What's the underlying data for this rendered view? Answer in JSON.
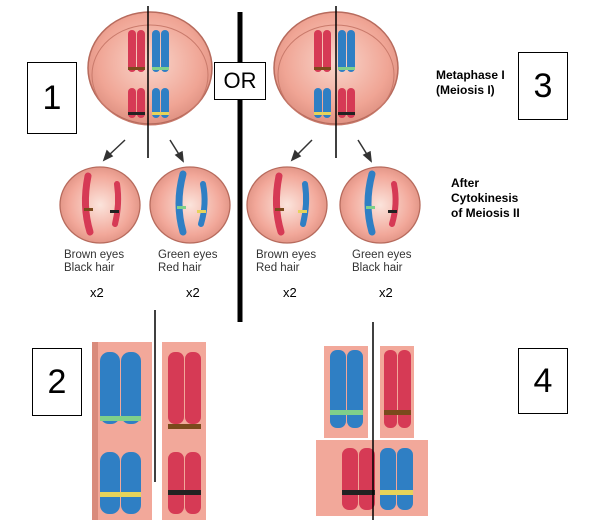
{
  "labels": {
    "or": "OR",
    "stage_metaphase": "Metaphase I\n(Meiosis I)",
    "stage_after": "After\nCytokinesis\nof Meiosis II",
    "box_1": "1",
    "box_2": "2",
    "box_3": "3",
    "box_4": "4"
  },
  "daughter_cells": [
    {
      "caption": "Brown eyes\nBlack hair",
      "count": "x2"
    },
    {
      "caption": "Green eyes\nRed hair",
      "count": "x2"
    },
    {
      "caption": "Brown eyes\nRed hair",
      "count": "x2"
    },
    {
      "caption": "Green eyes\nBlack hair",
      "count": "x2"
    }
  ],
  "colors": {
    "cell_fill": "#f2a89a",
    "cell_rim": "#d98b7c",
    "maternal": "#d63a55",
    "paternal": "#2f7fc4",
    "band_brown": "#7a4a1c",
    "band_green": "#7fd08a",
    "band_black": "#222222",
    "band_yellow": "#e6d35a"
  }
}
